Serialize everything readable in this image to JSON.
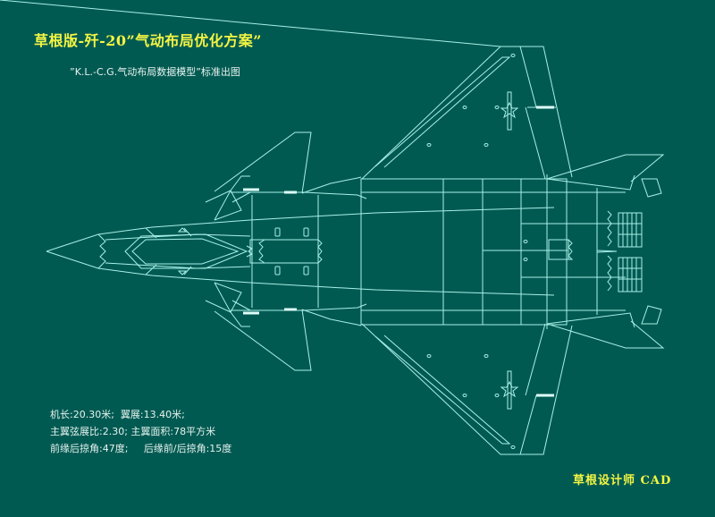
{
  "header": {
    "title": "草根版-歼-20”气动布局优化方案”",
    "subtitle": "”K.L.-C.G.气动布局数据模型”标准出图"
  },
  "specs": {
    "line1": "机长:20.30米;  翼展:13.40米;",
    "line2": "主翼弦展比:2.30; 主翼面积:78平方米",
    "line3": "前缘后掠角:47度;     后缘前/后掠角:15度"
  },
  "footer": {
    "credit": "草根设计师  CAD"
  },
  "colors": {
    "background": "#005a52",
    "line": "#a8f0e8",
    "title_text": "#f5f542",
    "body_text": "#e8f2ee"
  },
  "drawing": {
    "subject": "J-20 top-view aerodynamic layout line drawing",
    "icons": [
      "roundel-star-icon-upper-wing",
      "roundel-star-icon-lower-wing"
    ]
  }
}
